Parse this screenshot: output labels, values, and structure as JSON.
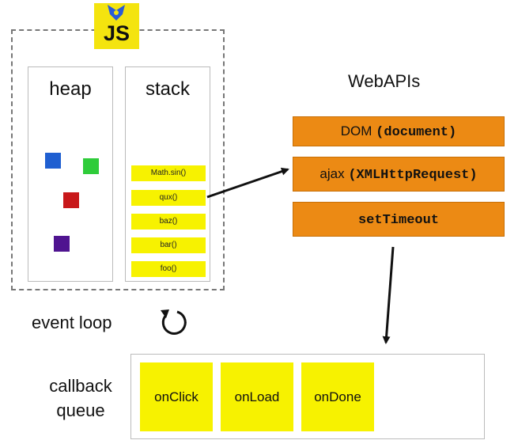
{
  "logo": {
    "text": "JS"
  },
  "heap": {
    "title": "heap",
    "objects": [
      {
        "color": "#1f5fd1"
      },
      {
        "color": "#2fcc3a"
      },
      {
        "color": "#c8181a"
      },
      {
        "color": "#4f1490"
      }
    ]
  },
  "stack": {
    "title": "stack",
    "frames": [
      "Math.sin()",
      "qux()",
      "baz()",
      "bar()",
      "foo()"
    ]
  },
  "webapis": {
    "title": "WebAPIs",
    "items": [
      {
        "prefix": "DOM ",
        "code": "(document)"
      },
      {
        "prefix": "ajax ",
        "code": "(XMLHttpRequest)"
      },
      {
        "prefix": "",
        "code": "setTimeout"
      }
    ]
  },
  "event_loop": {
    "label": "event loop"
  },
  "callback_queue": {
    "label": "callback queue",
    "items": [
      "onClick",
      "onLoad",
      "onDone"
    ]
  },
  "colors": {
    "stack_frame": "#f7f200",
    "webapi": "#ec8a14",
    "logo": "#f4e40f"
  }
}
